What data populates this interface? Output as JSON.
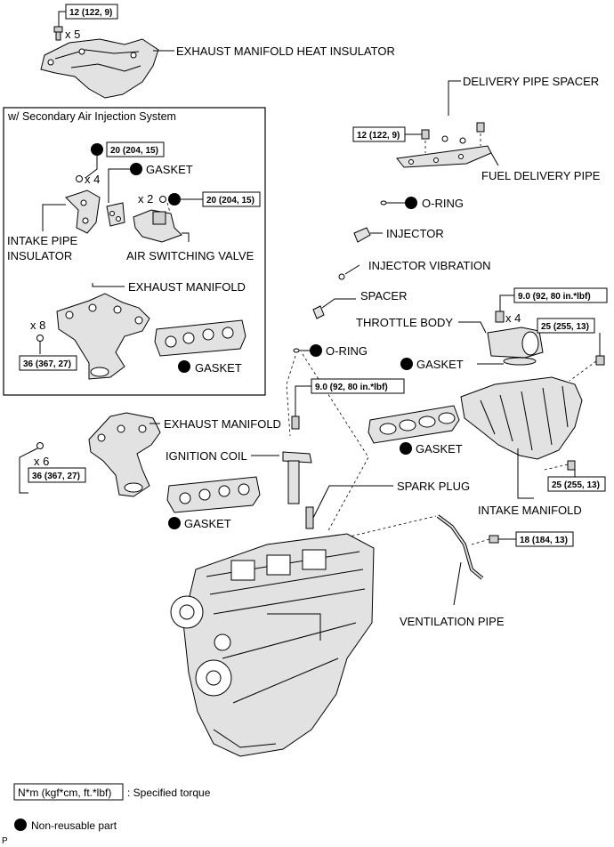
{
  "labels": {
    "heat_insulator": "EXHAUST MANIFOLD HEAT INSULATOR",
    "delivery_pipe_spacer": "DELIVERY PIPE SPACER",
    "fuel_delivery_pipe": "FUEL DELIVERY PIPE",
    "o_ring_1": "O-RING",
    "injector": "INJECTOR",
    "injector_vibration": "INJECTOR VIBRATION",
    "spacer": "SPACER",
    "throttle_body": "THROTTLE BODY",
    "gasket_throttle": "GASKET",
    "o_ring_2": "O-RING",
    "gasket_intake": "GASKET",
    "intake_manifold": "INTAKE MANIFOLD",
    "exhaust_manifold": "EXHAUST MANIFOLD",
    "ignition_coil": "IGNITION COIL",
    "spark_plug": "SPARK PLUG",
    "gasket_exhaust": "GASKET",
    "ventilation_pipe": "VENTILATION PIPE"
  },
  "secondary_air_box": {
    "title": "w/ Secondary Air Injection System",
    "gasket_top": "GASKET",
    "intake_pipe_insulator_1": "INTAKE PIPE",
    "intake_pipe_insulator_2": "INSULATOR",
    "air_switching_valve": "AIR SWITCHING VALVE",
    "exhaust_manifold": "EXHAUST MANIFOLD",
    "gasket_bottom": "GASKET",
    "qty_x4": "x 4",
    "qty_x2": "x 2",
    "qty_x8": "x 8"
  },
  "torques": {
    "heat_insulator": "12 (122, 9)",
    "delivery_pipe": "12 (122, 9)",
    "sec_air_top": "20 (204, 15)",
    "air_valve": "20 (204, 15)",
    "sec_exhaust": "36 (367, 27)",
    "throttle": "9.0 (92, 80 in.*lbf)",
    "intake_top": "25 (255, 13)",
    "ignition_coil": "9.0 (92, 80 in.*lbf)",
    "intake_bottom": "25 (255, 13)",
    "exhaust": "36 (367, 27)",
    "ventilation": "18 (184, 13)"
  },
  "quantities": {
    "heat_insulator": "x 5",
    "throttle": "x 4",
    "exhaust": "x 6"
  },
  "legend": {
    "torque_box": "N*m (kgf*cm, ft.*lbf)",
    "torque_text": ": Specified torque",
    "nonreusable_text": "Non-reusable part"
  },
  "corner_mark": "P"
}
